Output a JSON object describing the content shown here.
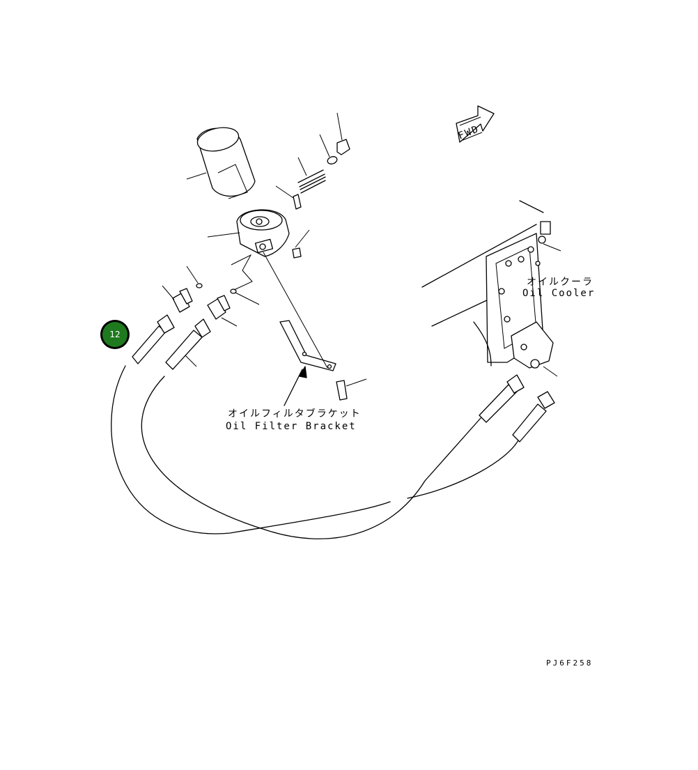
{
  "labels": {
    "fwd": "FWD",
    "oil_cooler_jp": "オイルクーラ",
    "oil_cooler_en": "Oil Cooler",
    "oil_filter_bracket_jp": "オイルフィルタブラケット",
    "oil_filter_bracket_en": "Oil Filter Bracket",
    "drawing_code": "PJ6F258"
  },
  "callout": {
    "number": "12",
    "color": "#1f7a1f",
    "ring_color": "#000000"
  }
}
